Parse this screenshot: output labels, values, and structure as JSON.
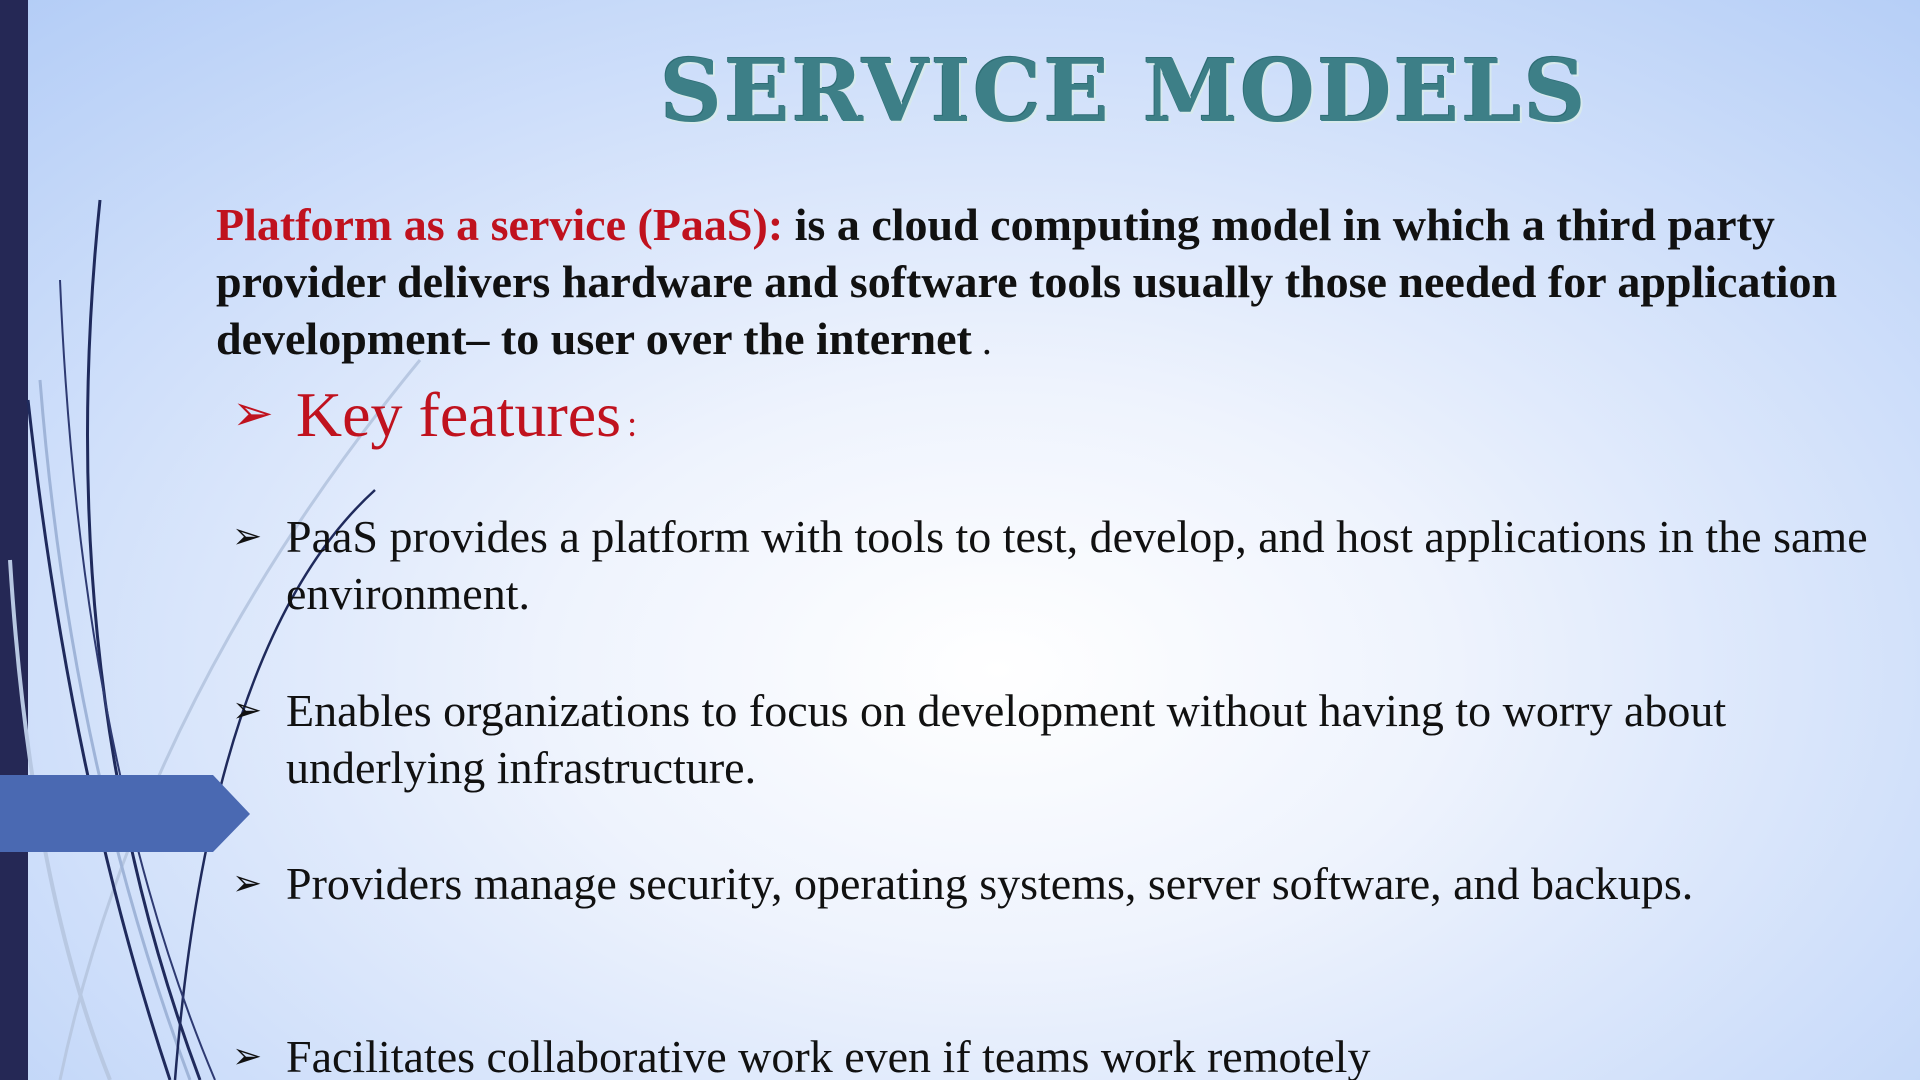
{
  "slide": {
    "title": "SERVICE MODELS",
    "definition": {
      "term": "Platform as a service (PaaS):",
      "body": " is a cloud computing model in which a third party provider delivers hardware and software tools usually those needed for application development– to user over the internet",
      "end": " ."
    },
    "key_features": {
      "bullet": "➢",
      "heading": "Key features",
      "colon": ":"
    },
    "features": [
      {
        "bullet": "➢",
        "text": "PaaS provides a platform with tools to test, develop, and host applications in the same environment."
      },
      {
        "bullet": "➢",
        "text": "Enables organizations to focus on development without having to worry about underlying infrastructure."
      },
      {
        "bullet": "➢",
        "text": "Providers manage security, operating systems, server software, and backups."
      },
      {
        "bullet": "➢",
        "text": "Facilitates collaborative work even if teams work remotely"
      }
    ]
  },
  "colors": {
    "title": "#3d7f87",
    "accent_red": "#c0121e",
    "left_bar": "#252855",
    "arrow_shape": "#4a69b2",
    "background_edge": "#a9c6f5"
  }
}
